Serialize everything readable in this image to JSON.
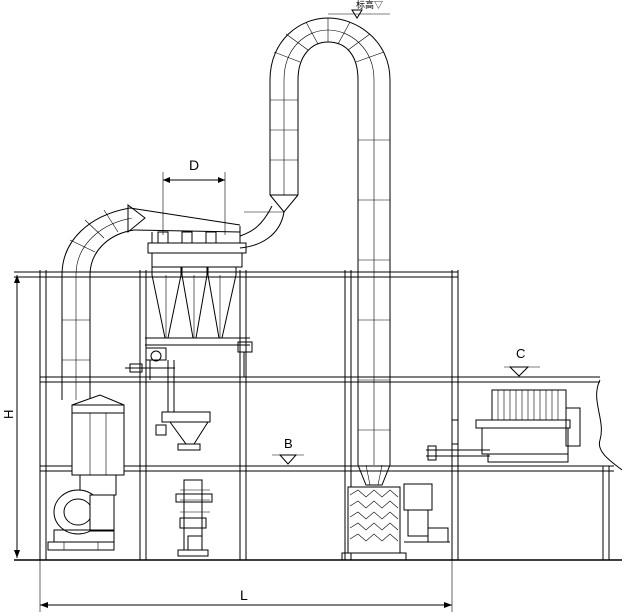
{
  "drawing": {
    "labels": {
      "top_elevation": "标高▽",
      "dim_d": "D",
      "dim_b": "B",
      "dim_c": "C",
      "dim_h": "H",
      "dim_l": "L"
    }
  }
}
